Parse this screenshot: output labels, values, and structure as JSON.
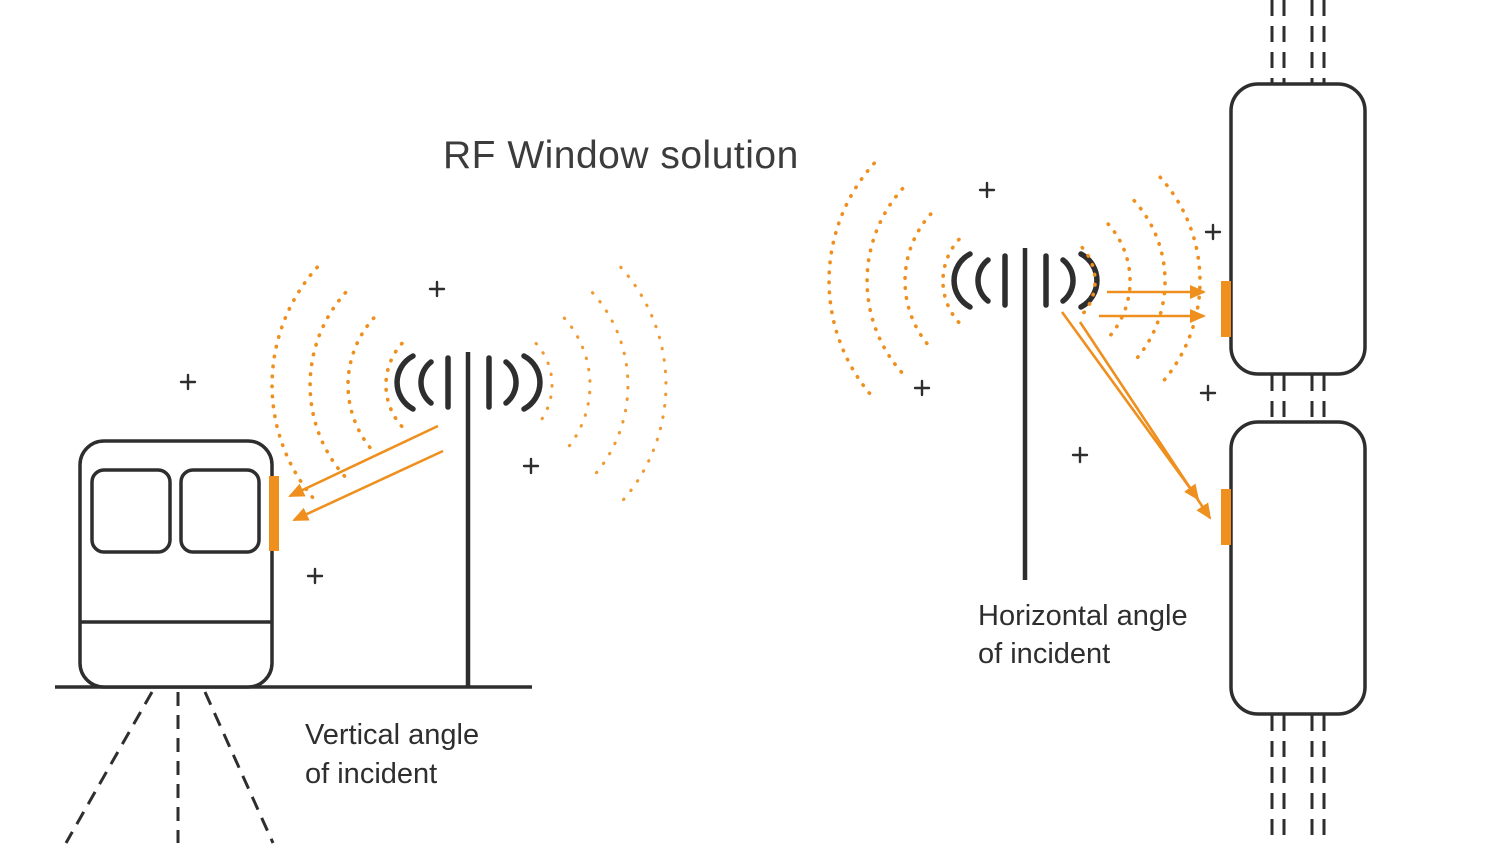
{
  "title": "RF Window solution",
  "scenes": {
    "vertical": {
      "caption_line1": "Vertical angle",
      "caption_line2": "of incident"
    },
    "horizontal": {
      "caption_line1": "Horizontal angle",
      "caption_line2": "of incident"
    }
  },
  "colors": {
    "orange": "#EE8F1E",
    "ink": "#2E2E2E",
    "title_ink": "#3C3C3C",
    "background": "#FFFFFF"
  },
  "icons": {
    "antenna": "antenna-icon",
    "rf_waves": "rf-waves-icon",
    "plus_mark": "plus-mark-icon",
    "rf_window_strip": "rf-window-strip",
    "arrow": "signal-arrow-icon"
  }
}
